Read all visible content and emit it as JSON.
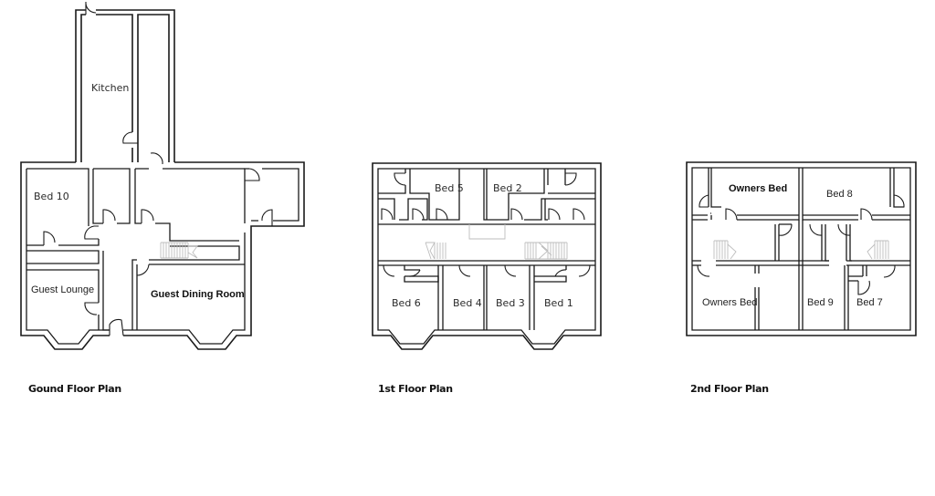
{
  "ground_floor": {
    "title": "Gound Floor Plan",
    "rooms": {
      "kitchen": "Kitchen",
      "bed10": "Bed 10",
      "guest_lounge": "Guest Lounge",
      "guest_dining_room": "Guest Dining Room"
    }
  },
  "first_floor": {
    "title": "1st Floor Plan",
    "rooms": {
      "bed5": "Bed 5",
      "bed2": "Bed 2",
      "bed6": "Bed 6",
      "bed4": "Bed 4",
      "bed3": "Bed 3",
      "bed1": "Bed 1"
    }
  },
  "second_floor": {
    "title": "2nd Floor Plan",
    "rooms": {
      "owners_bed_top": "Owners Bed",
      "bed8": "Bed 8",
      "owners_bed_bottom": "Owners Bed",
      "bed9": "Bed 9",
      "bed7": "Bed 7"
    }
  }
}
